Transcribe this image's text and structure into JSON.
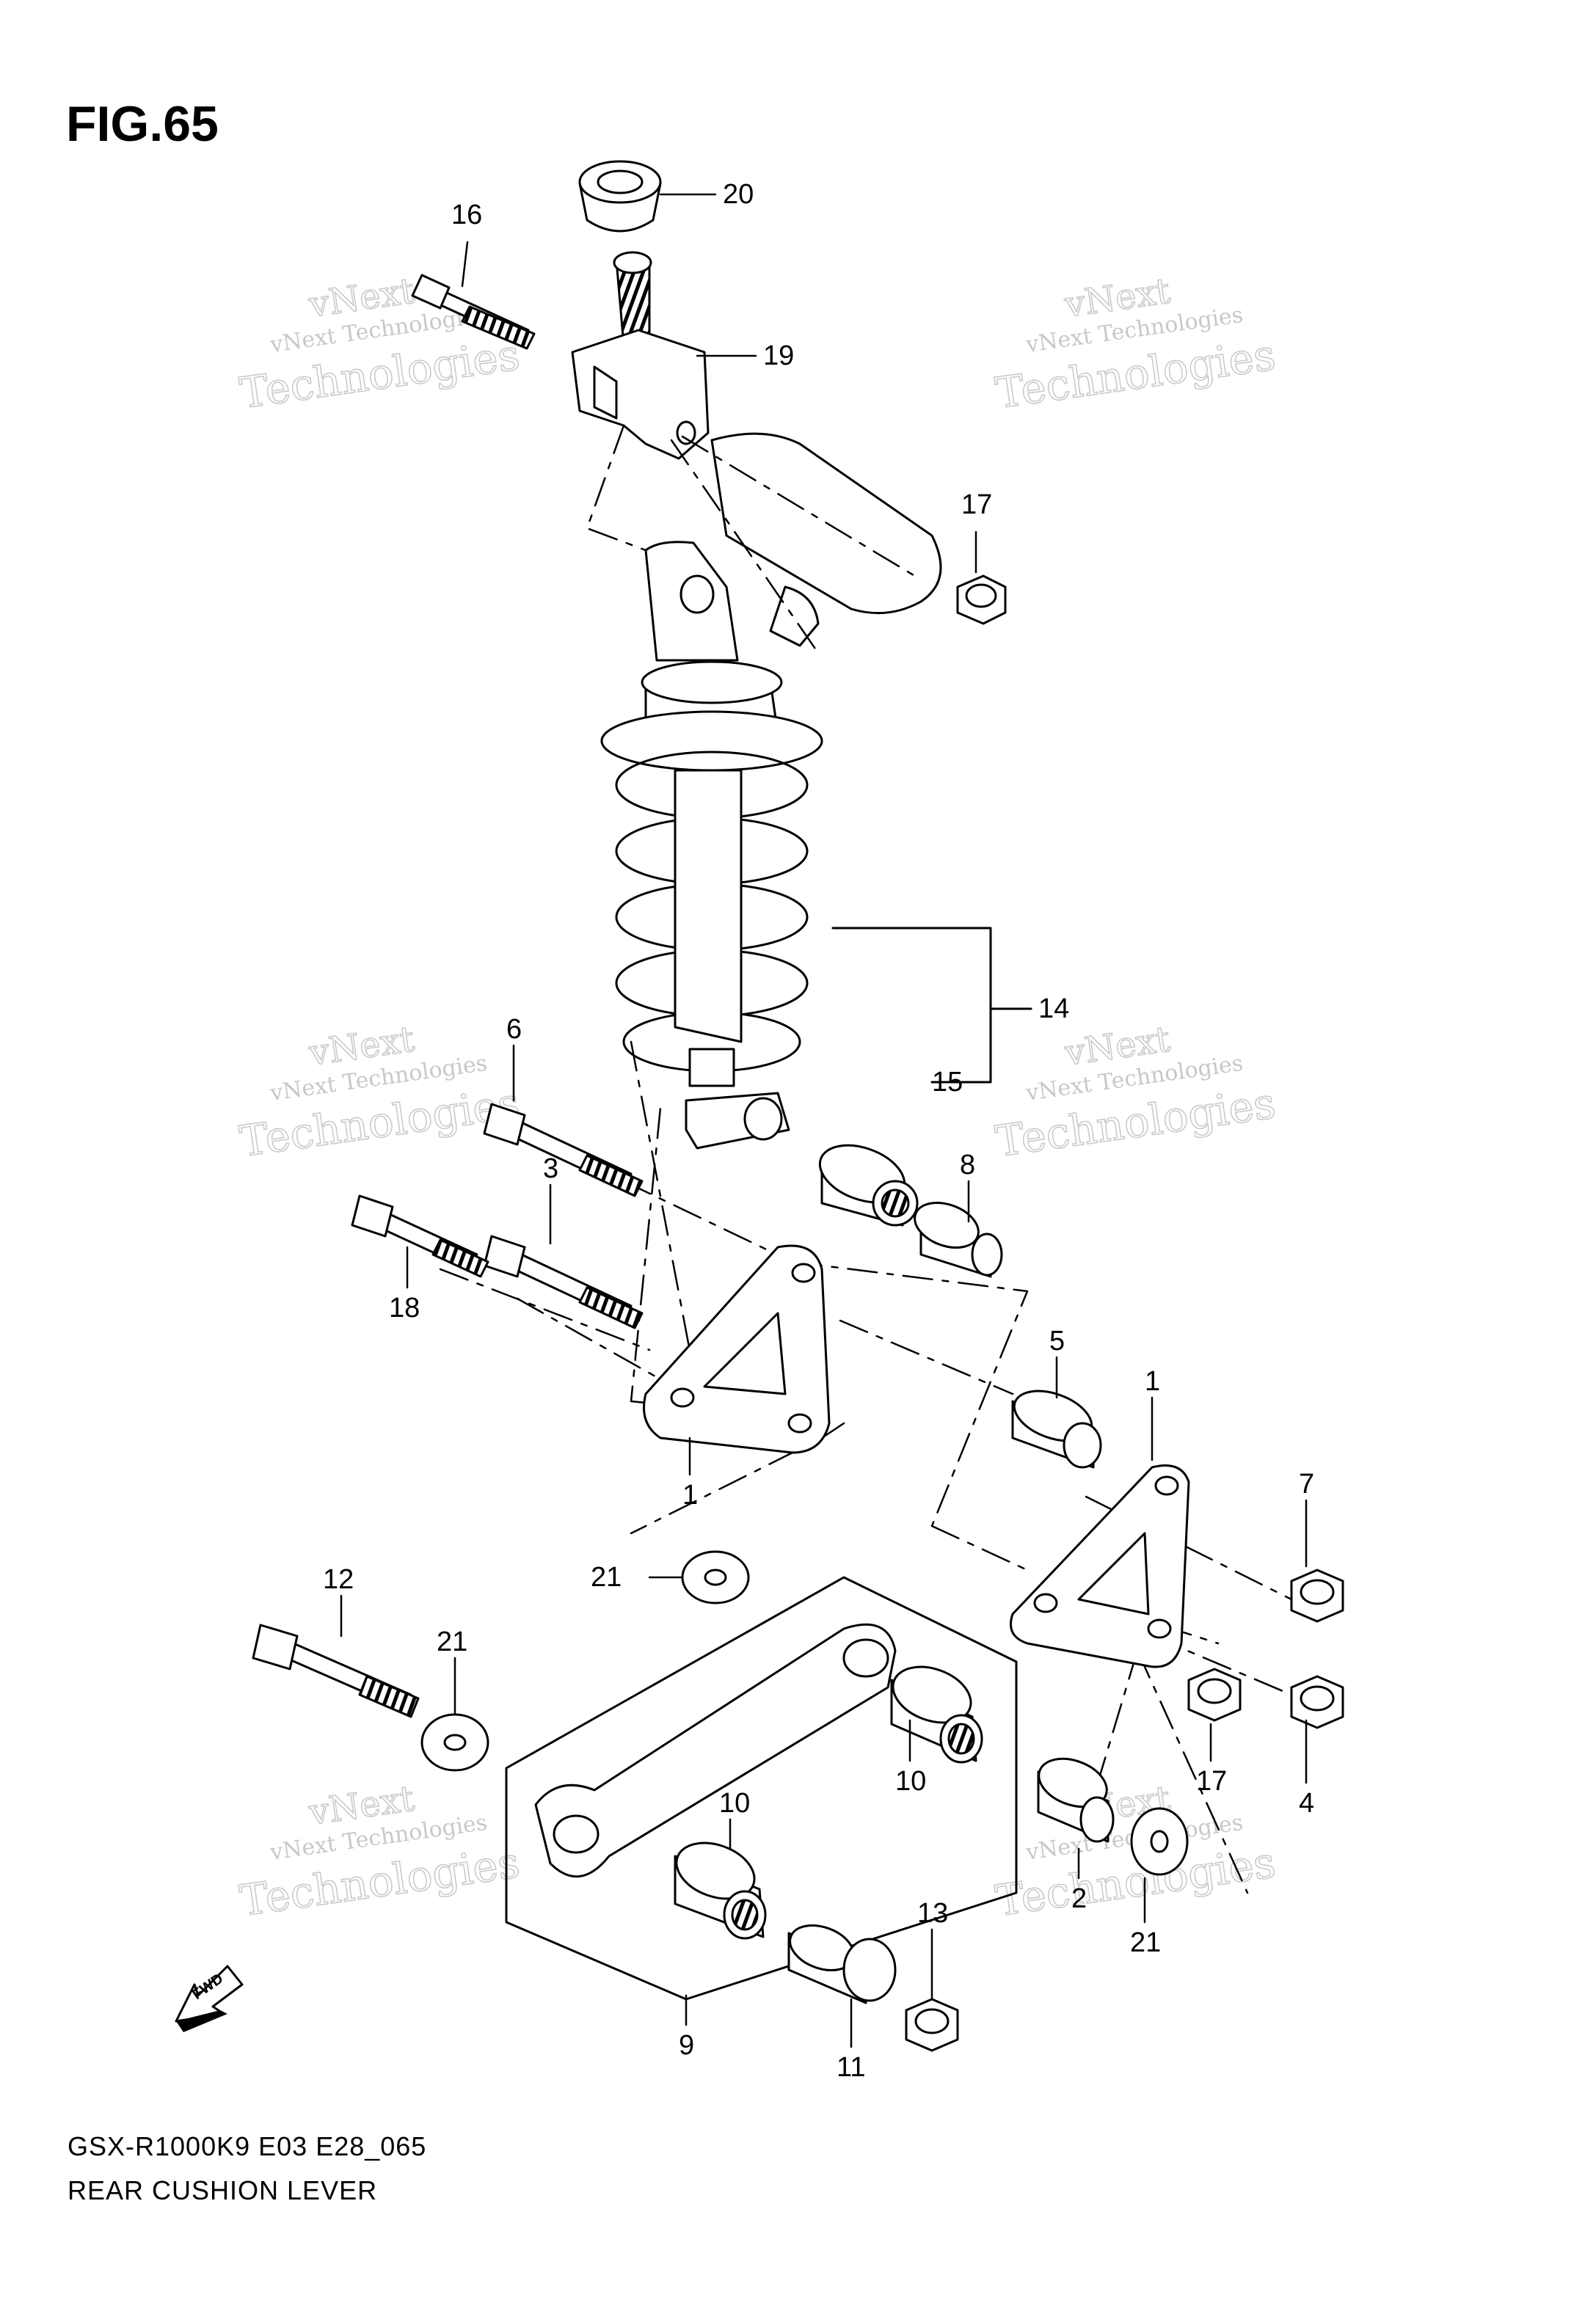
{
  "figure": {
    "title": "FIG.65"
  },
  "footer": {
    "code": "GSX-R1000K9 E03 E28_065",
    "name": "REAR CUSHION LEVER"
  },
  "watermark": {
    "small": "vNext Technologies",
    "big_top": "vNext",
    "big_bottom": "Technologies",
    "color": "#c8c8c8"
  },
  "fwd": {
    "label": "FWD"
  },
  "callouts": [
    "20",
    "16",
    "19",
    "17",
    "14",
    "15",
    "6",
    "8",
    "3",
    "18",
    "5",
    "1",
    "1",
    "7",
    "12",
    "21",
    "21",
    "10",
    "10",
    "17",
    "4",
    "2",
    "21",
    "13",
    "9",
    "11"
  ]
}
